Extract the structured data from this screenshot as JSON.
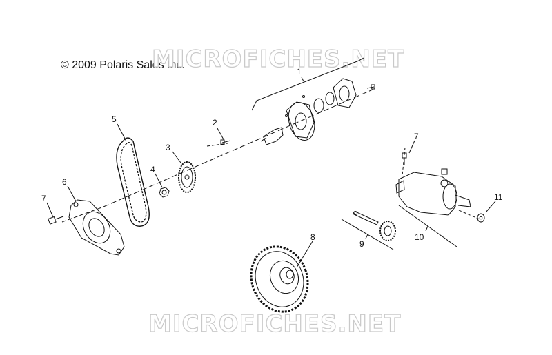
{
  "copyright": "© 2009 Polaris Sales Inc.",
  "watermark": "MICROFICHES.NET",
  "callouts": [
    {
      "id": "1",
      "text": "1"
    },
    {
      "id": "2",
      "text": "2"
    },
    {
      "id": "3",
      "text": "3"
    },
    {
      "id": "4",
      "text": "4"
    },
    {
      "id": "5",
      "text": "5"
    },
    {
      "id": "6",
      "text": "6"
    },
    {
      "id": "7a",
      "text": "7"
    },
    {
      "id": "7b",
      "text": "7"
    },
    {
      "id": "8",
      "text": "8"
    },
    {
      "id": "9",
      "text": "9"
    },
    {
      "id": "10",
      "text": "10"
    },
    {
      "id": "11",
      "text": "11"
    }
  ]
}
